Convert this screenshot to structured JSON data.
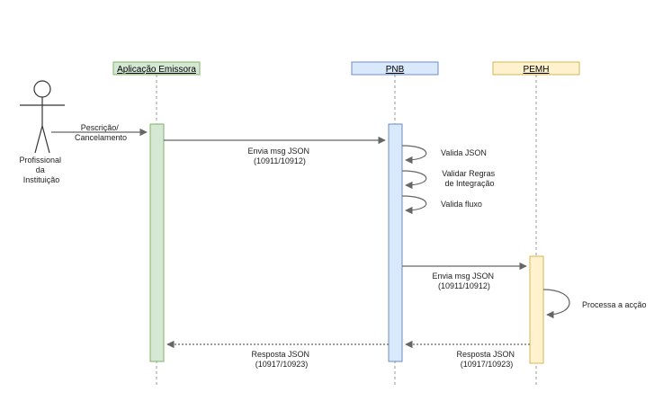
{
  "participants": {
    "emissora": {
      "label": "Aplicação Emissora",
      "fill": "#d5e8d4",
      "stroke": "#82b366"
    },
    "pnb": {
      "label": "PNB",
      "fill": "#dae8fc",
      "stroke": "#6c8ebf"
    },
    "pemh": {
      "label": "PEMH",
      "fill": "#fff2cc",
      "stroke": "#d6b656"
    }
  },
  "actor": {
    "label_lines": [
      "Profissional",
      "da",
      "Instituição"
    ]
  },
  "messages": {
    "prescricao": [
      "Pescrição/",
      "Cancelamento"
    ],
    "envia_pnb": [
      "Envia msg JSON",
      "(10911/10912)"
    ],
    "valida_json": [
      "Valida JSON"
    ],
    "validar_regras": [
      "Validar Regras",
      "de Integração"
    ],
    "valida_fluxo": [
      "Valida fluxo"
    ],
    "envia_pemh": [
      "Envia msg JSON",
      "(10911/10912)"
    ],
    "processa": [
      "Processa a acção"
    ],
    "resposta_pemh": [
      "Resposta JSON",
      "(10917/10923)"
    ],
    "resposta_pnb": [
      "Resposta JSON",
      "(10917/10923)"
    ]
  }
}
